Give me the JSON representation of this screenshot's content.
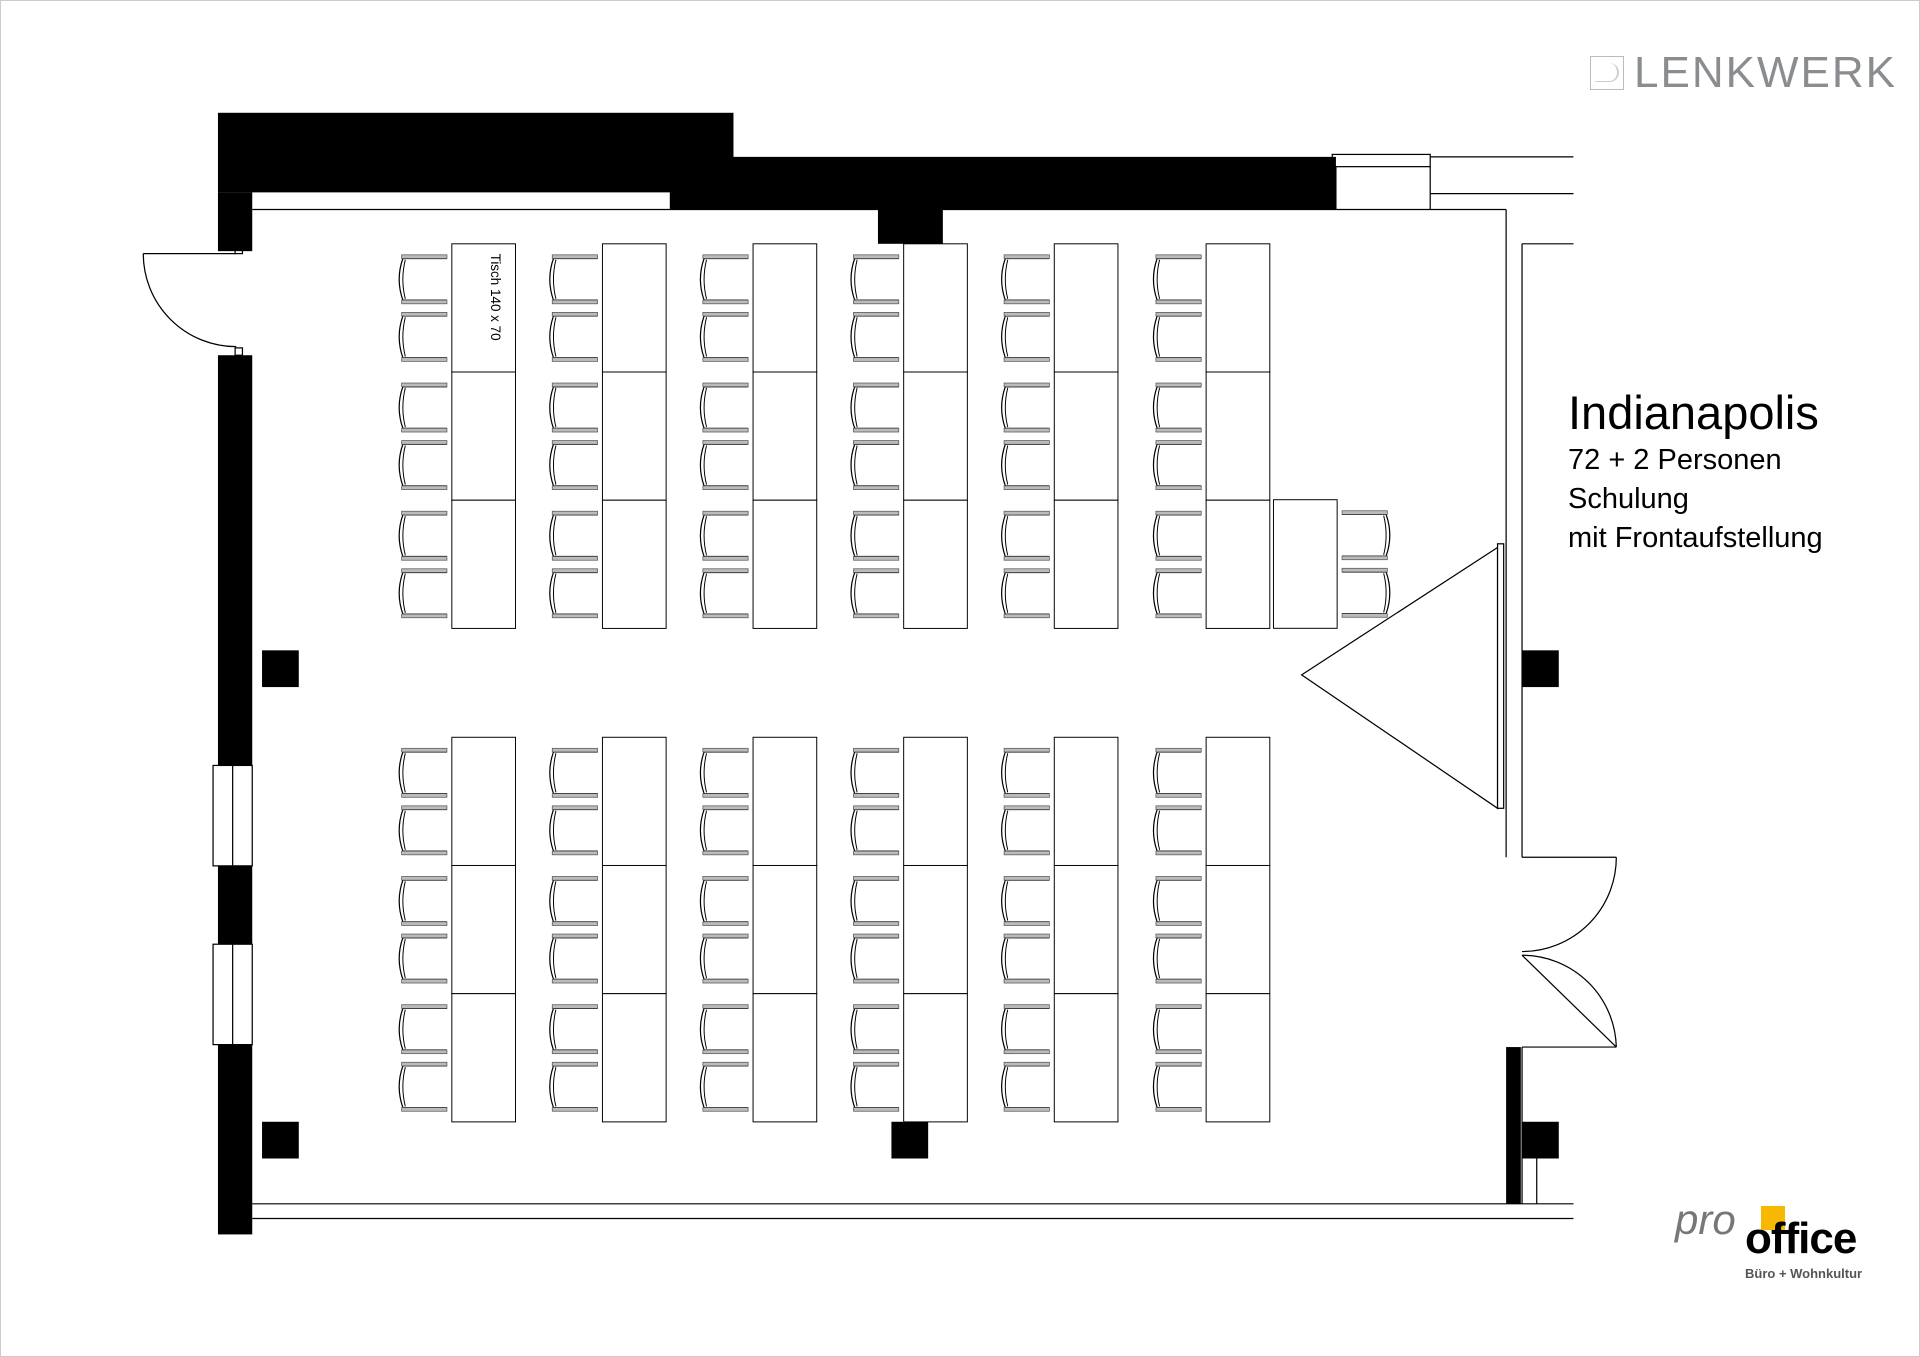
{
  "plan": {
    "room_name": "Indianapolis",
    "details": [
      "72 + 2 Personen",
      "Schulung",
      "mit Frontaufstellung"
    ],
    "table_label": "Tisch 140 x 70"
  },
  "logos": {
    "lenkwerk": "LENKWERK",
    "prooffice_pro": "pro",
    "prooffice_office": "office",
    "prooffice_tagline": "Büro + Wohnkultur"
  },
  "colors": {
    "wall": "#000000",
    "accent": "#f6b800",
    "logo_grey": "#8a8d90"
  }
}
